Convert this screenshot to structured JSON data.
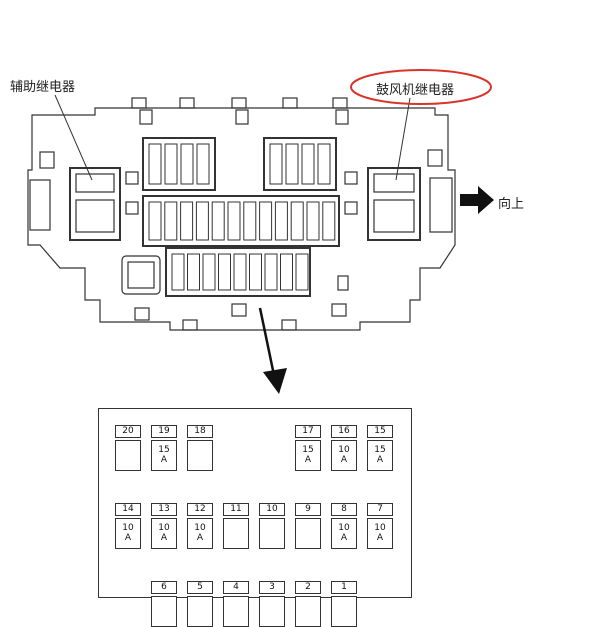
{
  "labels": {
    "aux_relay": "辅助继电器",
    "blower_relay": "鼓风机继电器",
    "direction": "向上"
  },
  "fuses": {
    "row1": [
      {
        "num": "20",
        "amp": "",
        "unit": ""
      },
      {
        "num": "19",
        "amp": "15",
        "unit": "A"
      },
      {
        "num": "18",
        "amp": "",
        "unit": ""
      },
      {
        "num": "17",
        "amp": "15",
        "unit": "A"
      },
      {
        "num": "16",
        "amp": "10",
        "unit": "A"
      },
      {
        "num": "15",
        "amp": "15",
        "unit": "A"
      }
    ],
    "row2": [
      {
        "num": "14",
        "amp": "10",
        "unit": "A"
      },
      {
        "num": "13",
        "amp": "10",
        "unit": "A"
      },
      {
        "num": "12",
        "amp": "10",
        "unit": "A"
      },
      {
        "num": "11",
        "amp": "",
        "unit": ""
      },
      {
        "num": "10",
        "amp": "",
        "unit": ""
      },
      {
        "num": "9",
        "amp": "",
        "unit": ""
      },
      {
        "num": "8",
        "amp": "10",
        "unit": "A"
      },
      {
        "num": "7",
        "amp": "10",
        "unit": "A"
      }
    ],
    "row3": [
      {
        "num": "6",
        "amp": "",
        "unit": ""
      },
      {
        "num": "5",
        "amp": "",
        "unit": ""
      },
      {
        "num": "4",
        "amp": "",
        "unit": ""
      },
      {
        "num": "3",
        "amp": "",
        "unit": ""
      },
      {
        "num": "2",
        "amp": "",
        "unit": ""
      },
      {
        "num": "1",
        "amp": "",
        "unit": ""
      }
    ]
  },
  "colors": {
    "highlight_circle": "#d9342b",
    "line": "#333333"
  }
}
